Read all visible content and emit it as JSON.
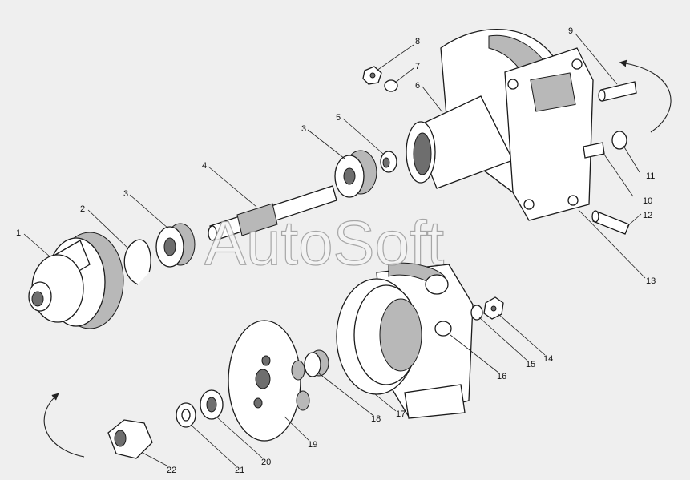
{
  "watermark": "AutoSoft",
  "callouts": [
    {
      "id": "c1",
      "text": "1"
    },
    {
      "id": "c2",
      "text": "2"
    },
    {
      "id": "c3a",
      "text": "3"
    },
    {
      "id": "c3b",
      "text": "3"
    },
    {
      "id": "c4",
      "text": "4"
    },
    {
      "id": "c5",
      "text": "5"
    },
    {
      "id": "c6",
      "text": "6"
    },
    {
      "id": "c7",
      "text": "7"
    },
    {
      "id": "c8",
      "text": "8"
    },
    {
      "id": "c9",
      "text": "9"
    },
    {
      "id": "c10",
      "text": "10"
    },
    {
      "id": "c11",
      "text": "11"
    },
    {
      "id": "c12",
      "text": "12"
    },
    {
      "id": "c13",
      "text": "13"
    },
    {
      "id": "c14",
      "text": "14"
    },
    {
      "id": "c15",
      "text": "15"
    },
    {
      "id": "c16",
      "text": "16"
    },
    {
      "id": "c17",
      "text": "17"
    },
    {
      "id": "c18",
      "text": "18"
    },
    {
      "id": "c19",
      "text": "19"
    },
    {
      "id": "c20",
      "text": "20"
    },
    {
      "id": "c21",
      "text": "21"
    },
    {
      "id": "c22",
      "text": "22"
    }
  ]
}
